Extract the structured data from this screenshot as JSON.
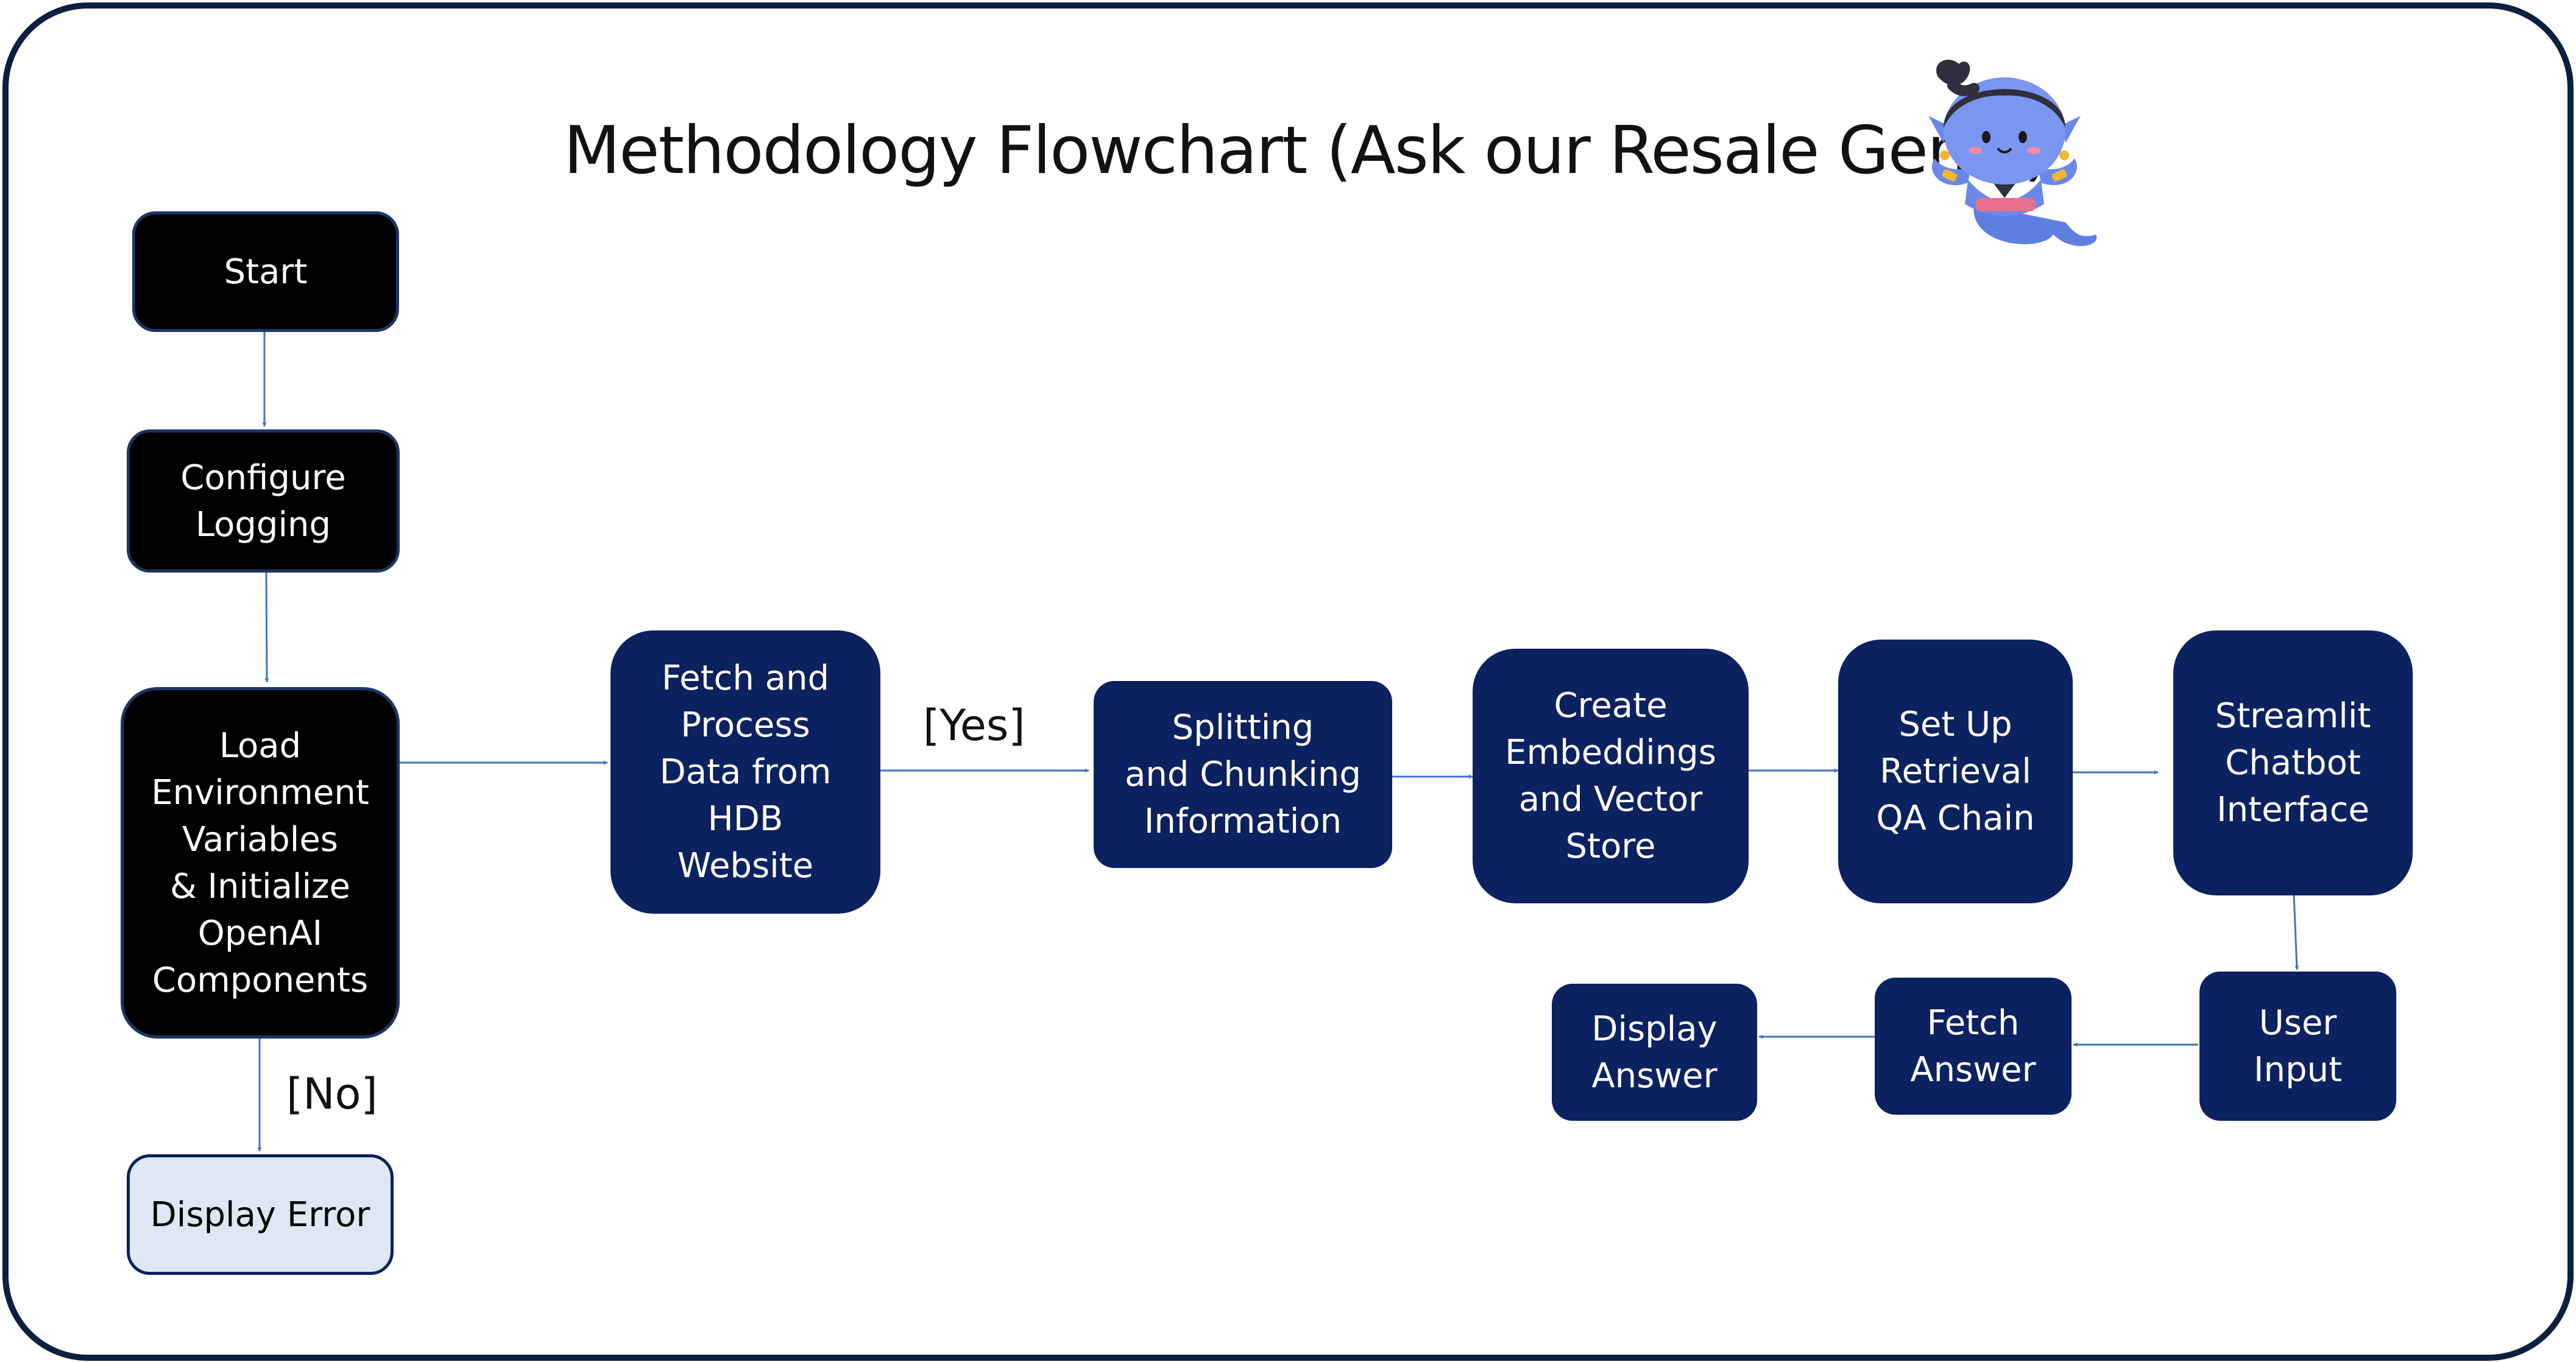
{
  "title": "Methodology Flowchart (Ask our Resale Genie)",
  "nodes": {
    "start": "Start",
    "configure_logging": "Configure\nLogging",
    "load_env": "Load\nEnvironment\nVariables\n& Initialize\nOpenAI\nComponents",
    "display_error": "Display Error",
    "fetch_process": "Fetch and\nProcess\nData from\nHDB\nWebsite",
    "splitting": "Splitting\nand Chunking\nInformation",
    "embeddings": "Create\nEmbeddings\nand Vector\nStore",
    "retrieval": "Set Up\nRetrieval\nQA Chain",
    "streamlit": "Streamlit\nChatbot\nInterface",
    "user_input": "User\nInput",
    "fetch_answer": "Fetch\nAnswer",
    "display_answer": "Display\nAnswer"
  },
  "conditions": {
    "yes": "[Yes]",
    "no": "[No]"
  },
  "colors": {
    "frame": "#0b1f3f",
    "node_black": "#000000",
    "node_navy": "#0b2160",
    "node_error": "#dde8f4",
    "arrow": "#4472c4"
  },
  "icon": "genie-mascot-icon"
}
